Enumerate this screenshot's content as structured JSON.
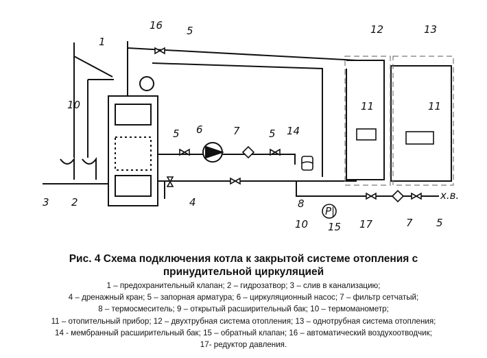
{
  "diagram": {
    "labels": {
      "l1": "1",
      "l2": "2",
      "l3": "3",
      "l4": "4",
      "l5a": "5",
      "l5b": "5",
      "l5c": "5",
      "l5d": "5",
      "l6": "6",
      "l7a": "7",
      "l7b": "7",
      "l8": "8",
      "l10a": "10",
      "l10b": "10",
      "l11a": "11",
      "l11b": "11",
      "l12": "12",
      "l13": "13",
      "l14": "14",
      "l15": "15",
      "l16": "16",
      "l17": "17",
      "gauge": "P|",
      "cold_water": "х.в."
    }
  },
  "caption": {
    "title_line1": "Рис. 4 Схема подключения котла к закрытой системе отопления с",
    "title_line2": "принудительной циркуляцией",
    "legend": [
      "1 – предохранительный клапан; 2 – гидрозатвор; 3 – слив в канализацию;",
      "4 – дренажный кран; 5 – запорная арматура; 6 – циркуляционный насос; 7 – фильтр сетчатый;",
      "8 – термосмеситель; 9 – открытый расширительный бак; 10 – термоманометр;",
      "11 – отопительный прибор; 12 – двухтрубная система отопления; 13 – однотрубная система отопления;",
      "14 - мембранный расширительный бак; 15 – обратный клапан; 16 – автоматический воздухоотводчик;",
      "17- редуктор давления."
    ]
  }
}
